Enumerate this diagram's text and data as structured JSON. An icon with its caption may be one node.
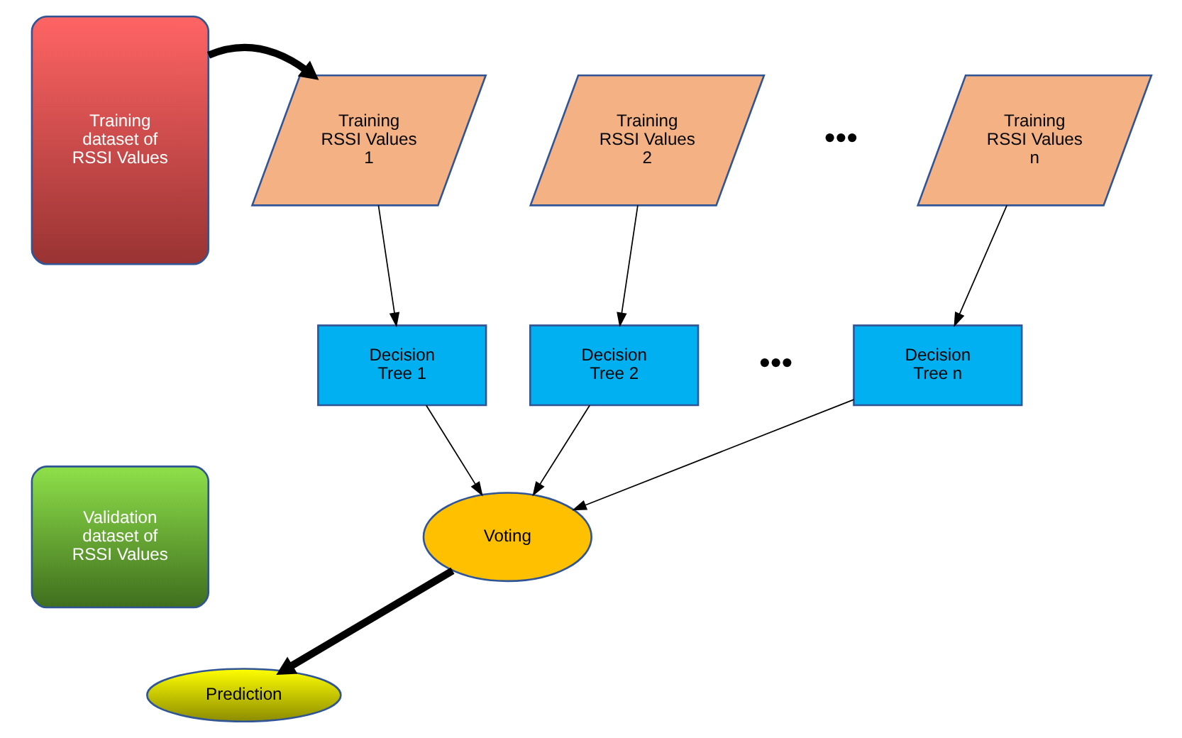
{
  "diagram": {
    "nodes": [
      {
        "text": [
          "Training dataset of RSSI Values"
        ]
      },
      {
        "text": [
          "Validation dataset of RSSI Values"
        ]
      },
      {
        "text": [
          "Training RSSI Values 1"
        ]
      },
      {
        "text": [
          "Training RSSI Values 2"
        ]
      },
      {
        "text": [
          "Training RSSI Values n"
        ]
      },
      {
        "text": [
          "Decision Tree 1"
        ]
      },
      {
        "text": [
          "Decision Tree 2"
        ]
      },
      {
        "text": [
          "Decision Tree n"
        ]
      },
      {
        "text": [
          "Voting"
        ]
      },
      {
        "text": [
          "Prediction"
        ]
      }
    ],
    "edges": [
      {
        "from": 0,
        "to": 2,
        "arrow": "to",
        "style": "thick"
      },
      {
        "from": 2,
        "to": 5,
        "arrow": "to"
      },
      {
        "from": 3,
        "to": 6,
        "arrow": "to"
      },
      {
        "from": 4,
        "to": 7,
        "arrow": "to"
      },
      {
        "from": 5,
        "to": 8,
        "arrow": "to"
      },
      {
        "from": 6,
        "to": 8,
        "arrow": "to"
      },
      {
        "from": 7,
        "to": 8,
        "arrow": "to"
      },
      {
        "from": 8,
        "to": 9,
        "arrow": "to",
        "style": "thick"
      }
    ],
    "labels": [
      "•••",
      "•••"
    ]
  }
}
